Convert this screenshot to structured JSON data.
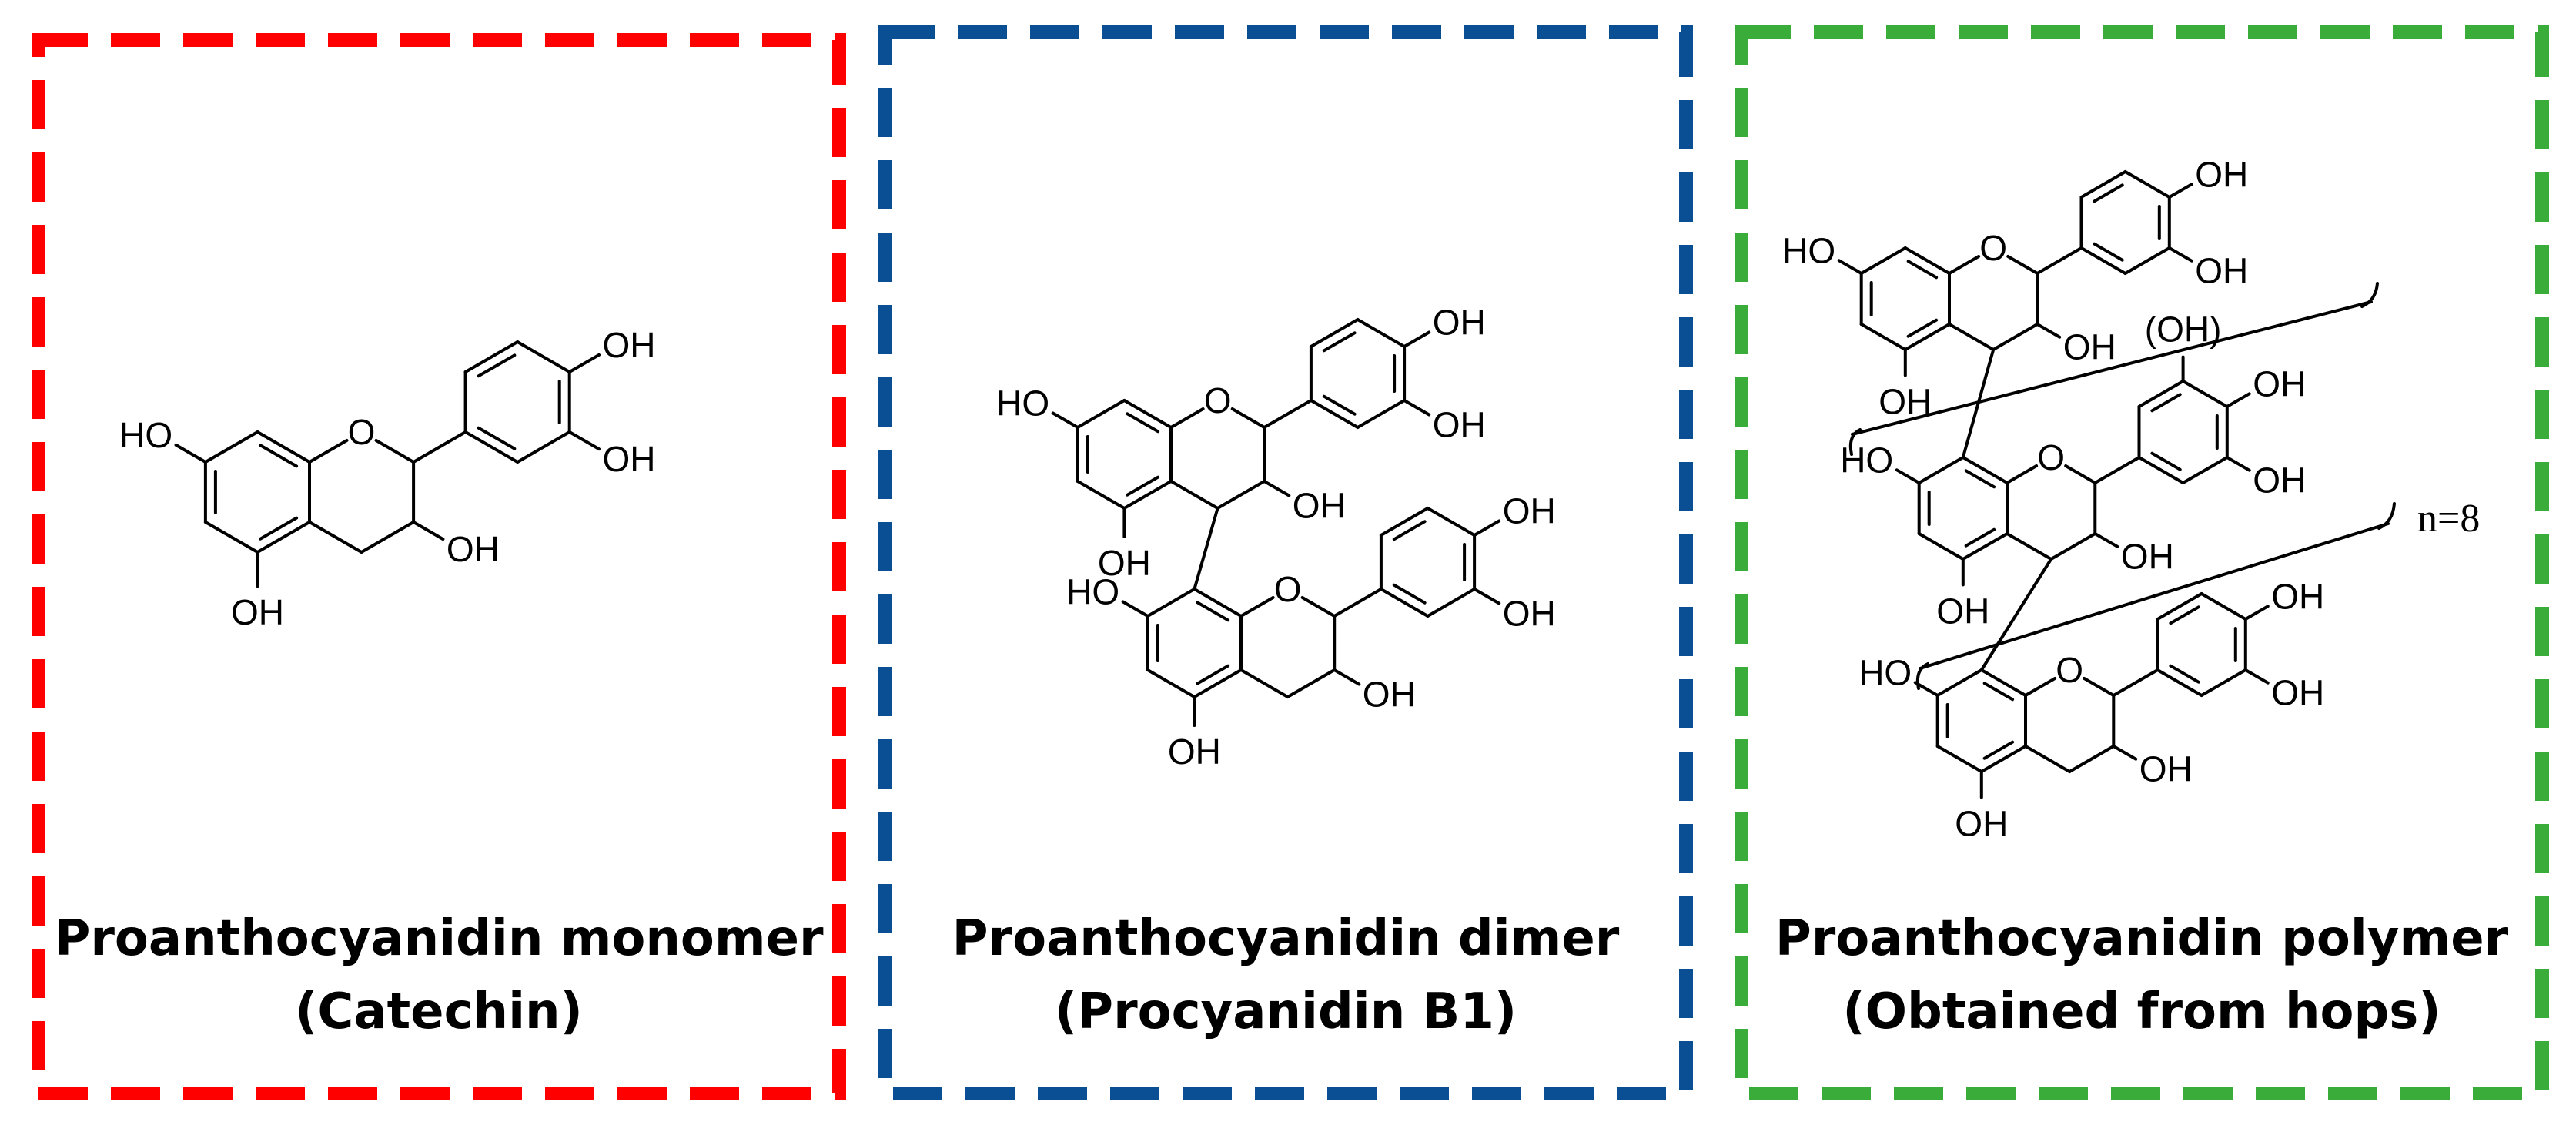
{
  "colors": {
    "monomer_frame": "#ff0000",
    "dimer_frame": "#0a4f94",
    "polymer_frame": "#3aac3a",
    "bond": "#000000"
  },
  "atoms": {
    "hydroxyl": "OH",
    "hydroxyl_left": "HO",
    "hydroxyl_optional": "(OH)",
    "oxygen": "O"
  },
  "polymer_repeat": "n=8",
  "panels": [
    {
      "id": "monomer",
      "caption_line1": "Proanthocyanidin monomer",
      "caption_line2": "(Catechin)"
    },
    {
      "id": "dimer",
      "caption_line1": "Proanthocyanidin dimer",
      "caption_line2": "(Procyanidin B1)"
    },
    {
      "id": "polymer",
      "caption_line1": "Proanthocyanidin polymer",
      "caption_line2": "(Obtained from hops)"
    }
  ]
}
